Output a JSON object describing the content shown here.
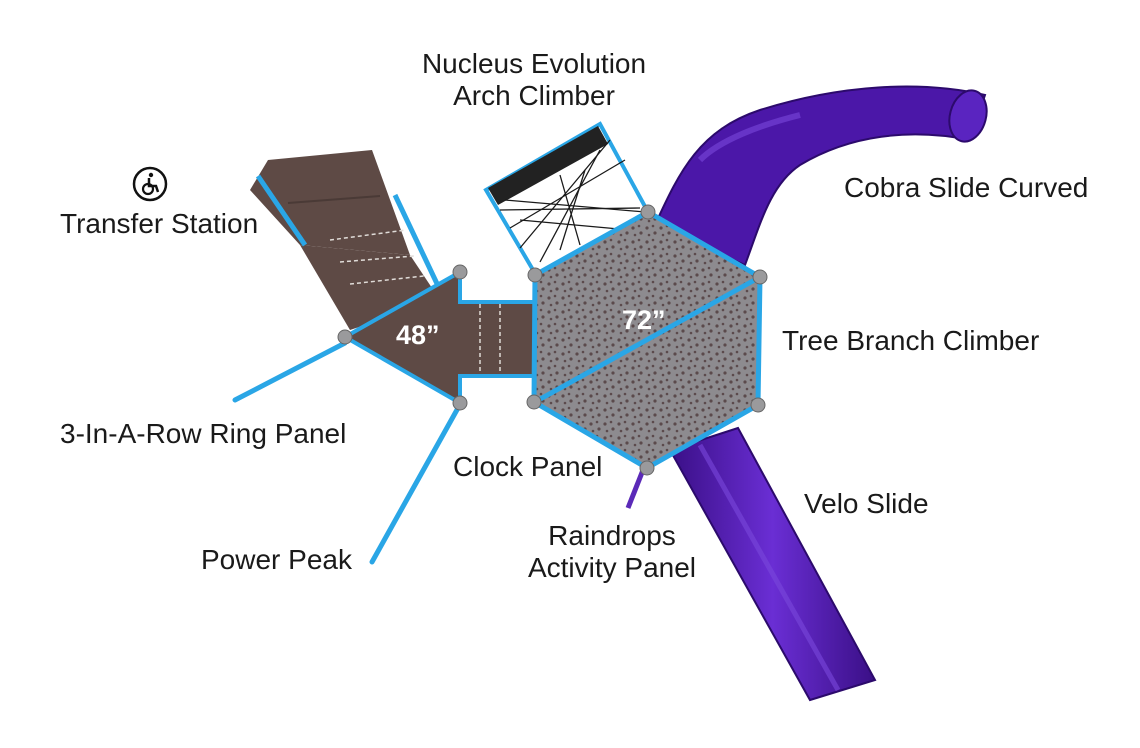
{
  "labels": {
    "nucleus_arch": [
      "Nucleus Evolution",
      "Arch Climber"
    ],
    "cobra_slide": "Cobra Slide Curved",
    "transfer_station": "Transfer Station",
    "tree_branch": "Tree Branch Climber",
    "ring_panel": "3-In-A-Row Ring Panel",
    "clock_panel": "Clock Panel",
    "velo_slide": "Velo Slide",
    "raindrops": [
      "Raindrops",
      "Activity Panel"
    ],
    "power_peak": "Power Peak"
  },
  "deck_heights": {
    "small_deck": "48”",
    "hex_deck": "72”"
  },
  "icons": {
    "accessibility": "wheelchair-accessible-icon"
  },
  "colors": {
    "deck_brown": "#5e4a45",
    "hex_deck_gray": "#8d8b8f",
    "post_blue": "#2aa6e6",
    "slide_purple": "#4a1aa3",
    "label_text": "#1a1a1a"
  }
}
